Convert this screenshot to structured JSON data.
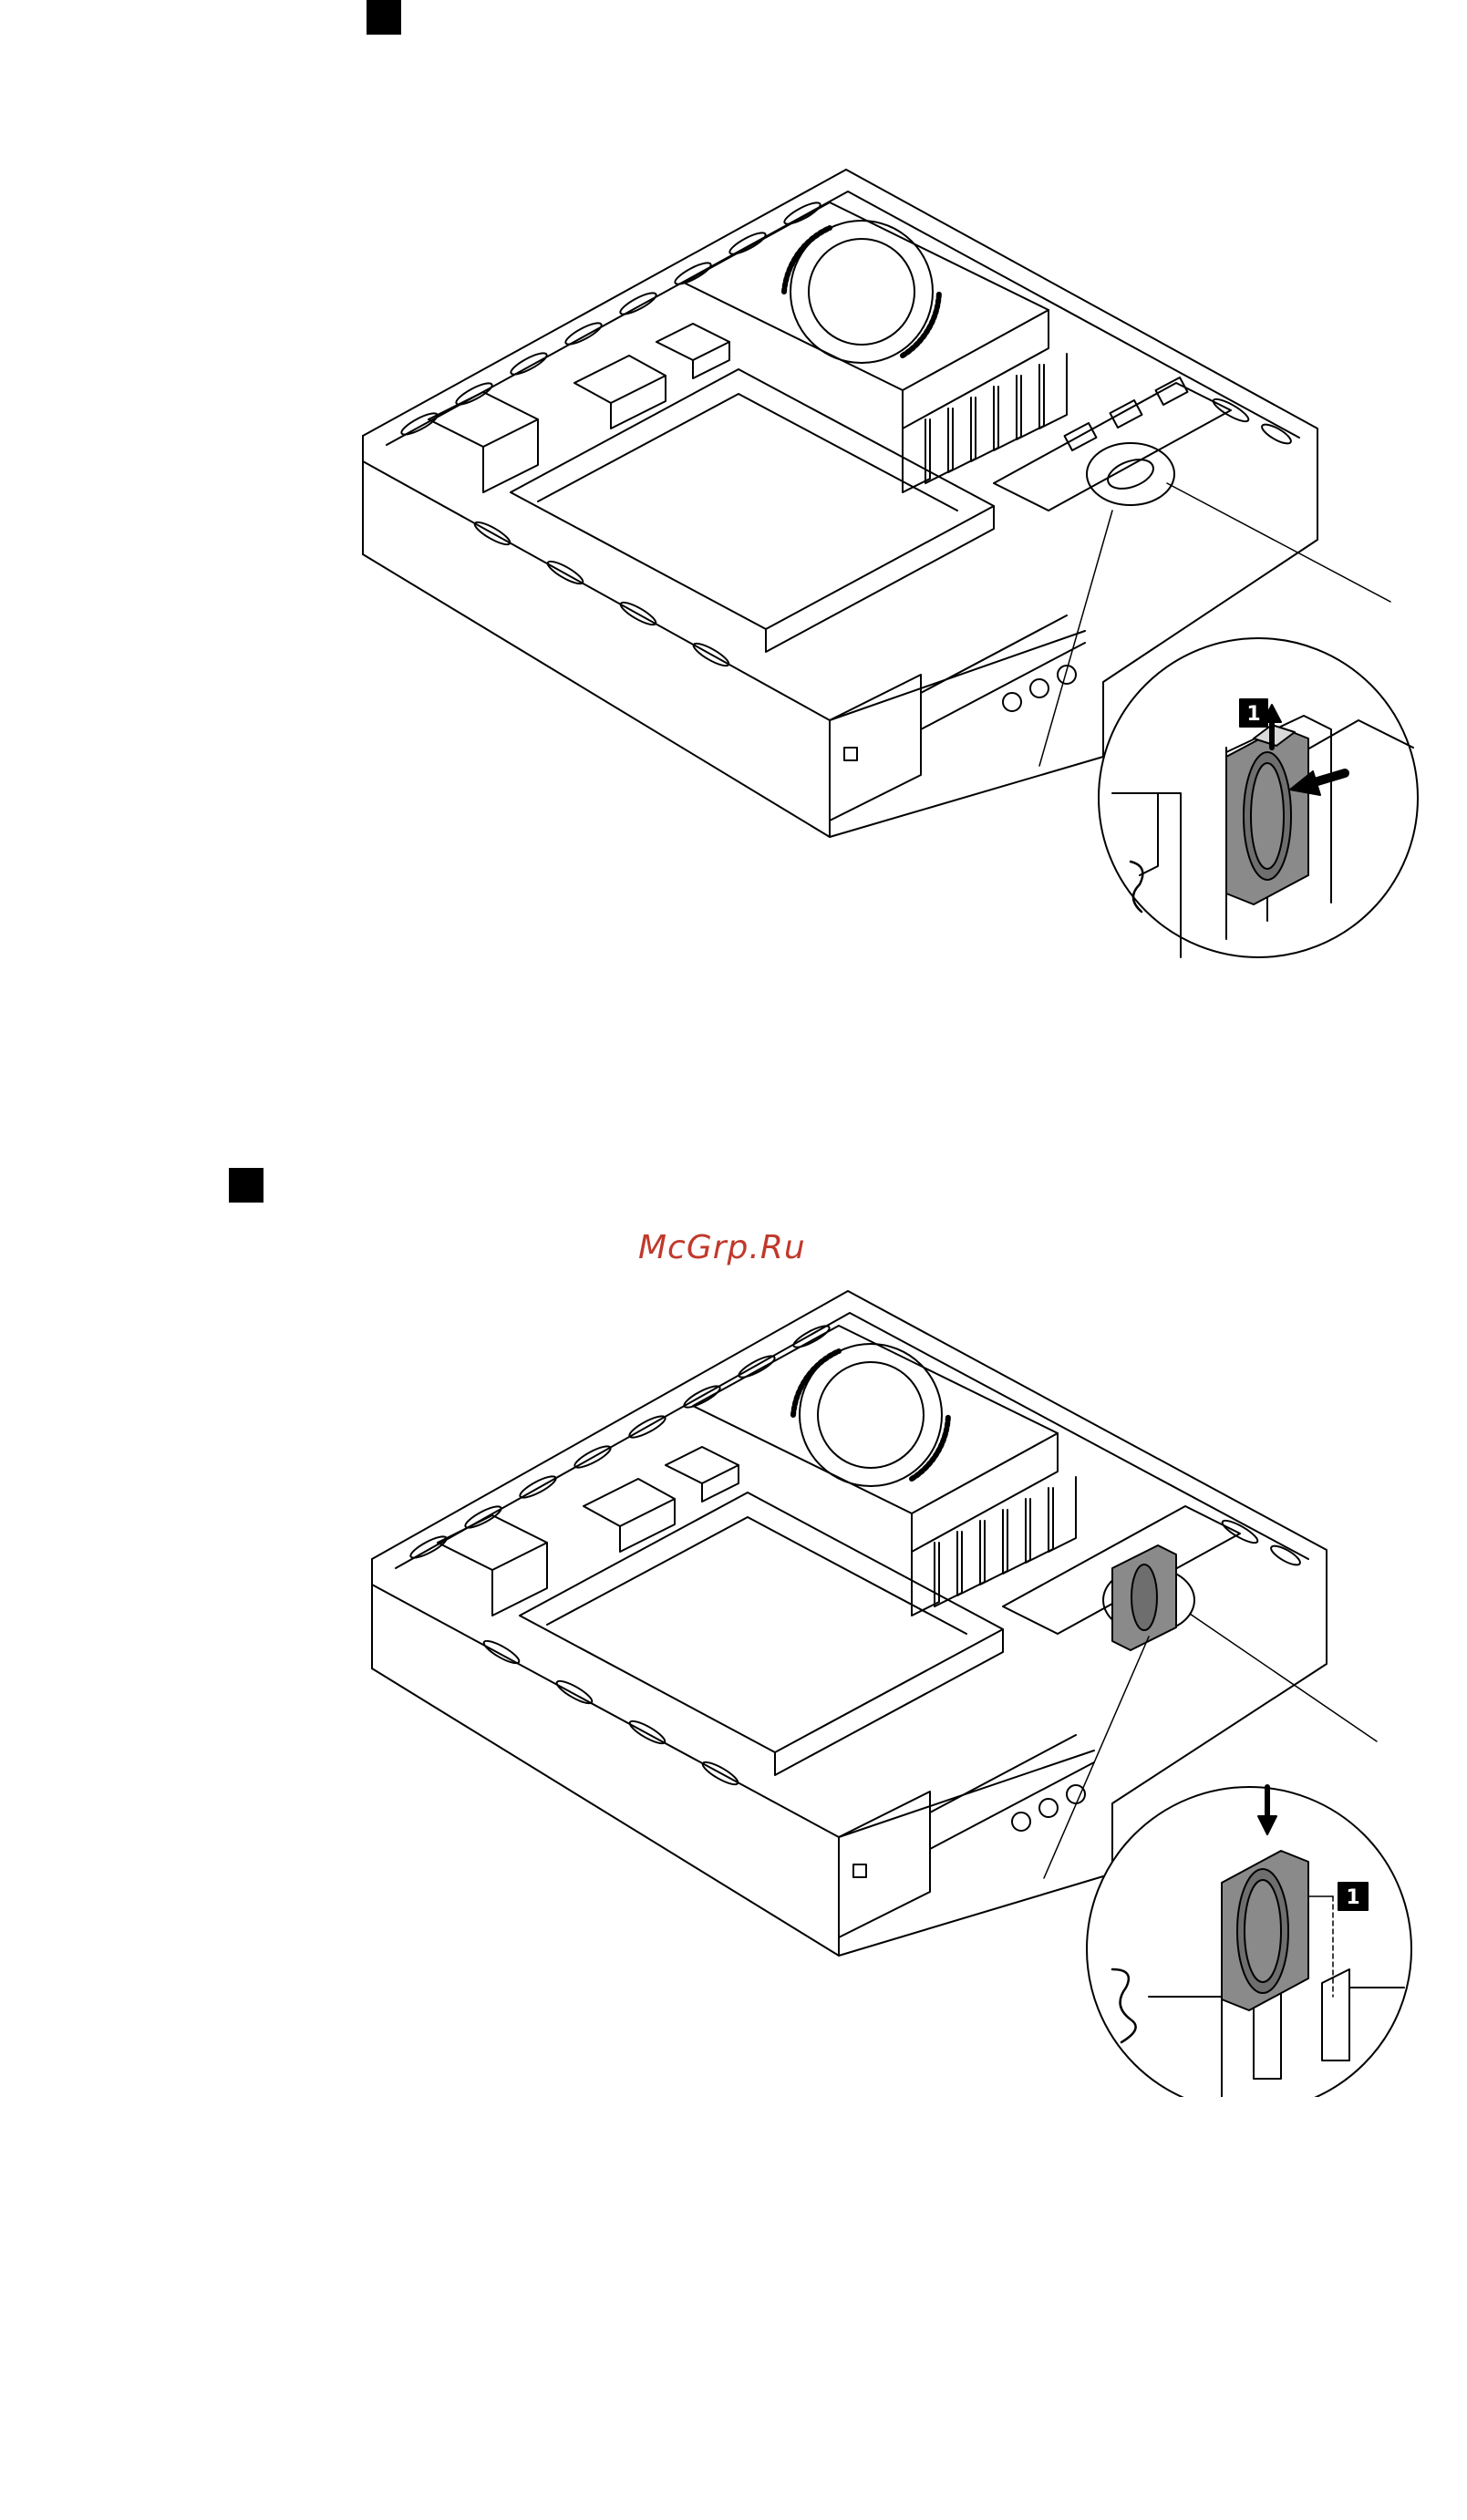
{
  "page": {
    "watermark_text": "McGrp.Ru",
    "watermark_color": "#c0392b",
    "step_marker_color": "#000000"
  },
  "figures": [
    {
      "id": "figure-1",
      "callout_label": "1",
      "callout_arrows": [
        "up-arrow-icon",
        "push-arrow-icon"
      ]
    },
    {
      "id": "figure-2",
      "callout_label": "1",
      "callout_arrows": [
        "down-arrow-icon"
      ]
    }
  ]
}
